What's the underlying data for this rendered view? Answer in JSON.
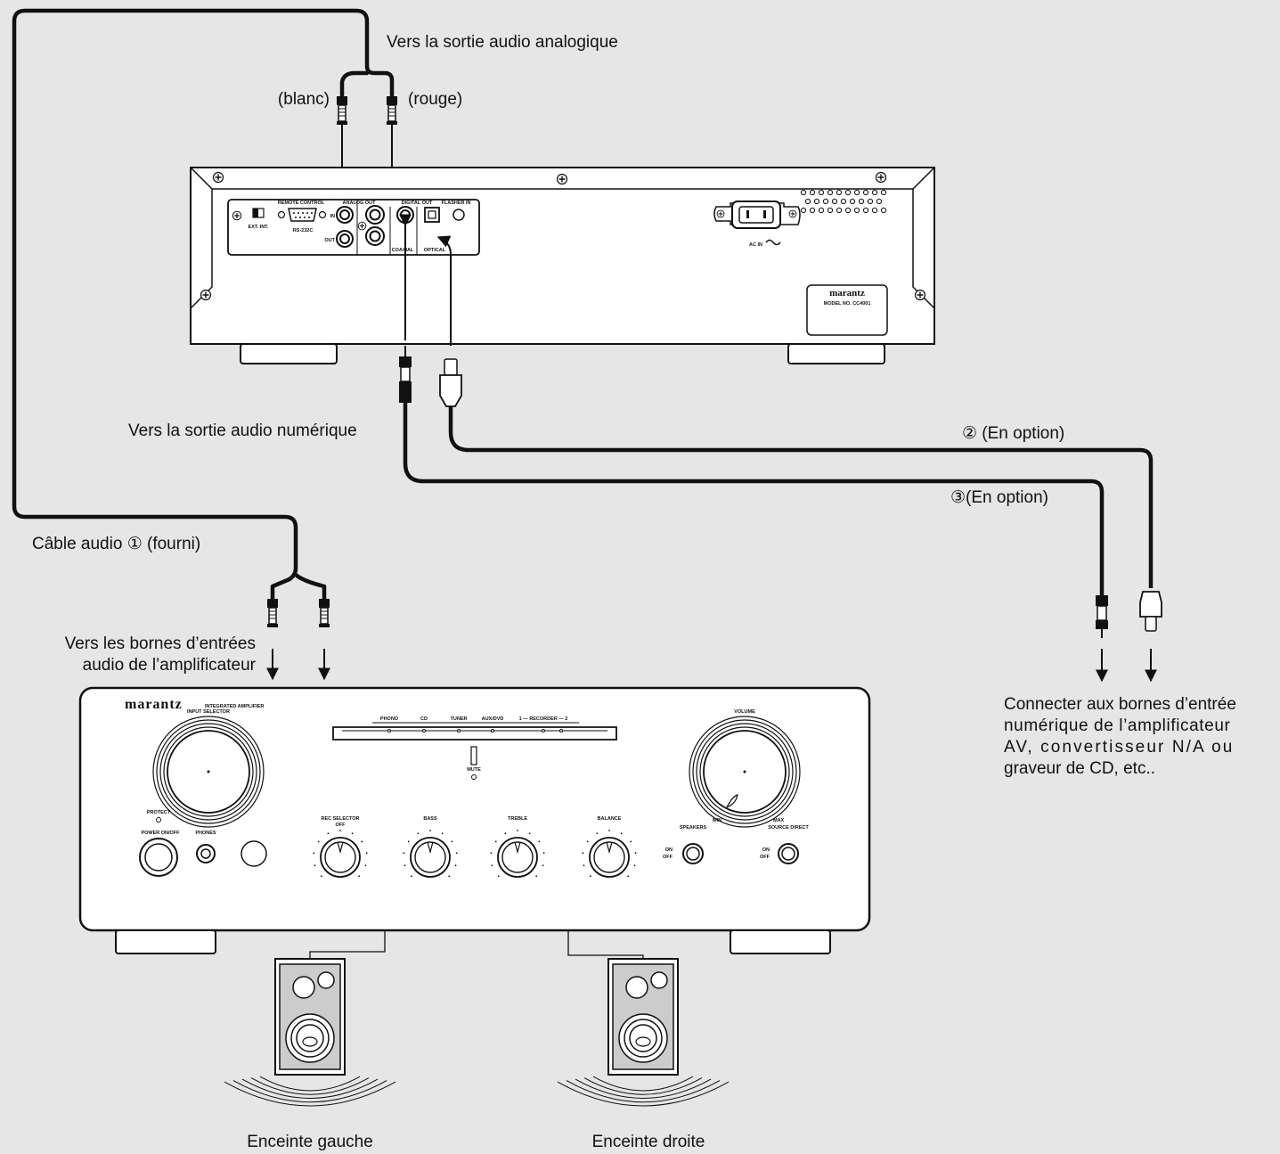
{
  "labels": {
    "analog_output": "Vers la sortie audio analogique",
    "white": "(blanc)",
    "red": "(rouge)",
    "digital_output": "Vers la sortie audio numérique",
    "optional_2": "② (En option)",
    "optional_3": "③(En option)",
    "audio_cable": "Câble audio ① (fourni)",
    "amp_inputs_line1": "Vers les bornes d’entrées",
    "amp_inputs_line2": "audio de l’amplificateur",
    "digital_inputs_line1": "Connecter aux bornes d’entrée",
    "digital_inputs_line2": "numérique de l’amplificateur",
    "digital_inputs_line3": "AV, convertisseur N/A ou",
    "digital_inputs_line4": "graveur de CD, etc..",
    "left_speaker": "Enceinte gauche",
    "right_speaker": "Enceinte droite"
  },
  "cd_player": {
    "section_remote": "REMOTE CONTROL",
    "section_analog": "ANALOG OUT",
    "section_digital": "DIGITAL OUT",
    "section_flasher": "FLASHER IN",
    "switch_label": "EXT. INT.",
    "rs232": "RS-232C",
    "jack_in": "IN",
    "jack_out": "OUT",
    "coaxial": "COAXIAL",
    "optical": "OPTICAL",
    "ac_in": "AC IN",
    "brand": "marantz",
    "model": "MODEL NO. CC4001"
  },
  "amplifier": {
    "brand": "marantz",
    "model": "INTEGRATED AMPLIFIER",
    "input_selector": "INPUT SELECTOR",
    "volume": "VOLUME",
    "inputs": [
      "PHONO",
      "CD",
      "TUNER",
      "AUX/DVD",
      "1 ― RECORDER ― 2"
    ],
    "mute": "MUTE",
    "protect": "PROTECT",
    "power": "POWER ON/OFF",
    "phones": "PHONES",
    "rec_selector": "REC SELECTOR",
    "rec_off": "OFF",
    "bass": "BASS",
    "treble": "TREBLE",
    "balance": "BALANCE",
    "speakers": "SPEAKERS",
    "source_direct": "SOURCE DIRECT",
    "min": "MIN",
    "max": "MAX",
    "on": "ON",
    "off": "OFF"
  },
  "colors": {
    "background": "#e6e6e6",
    "cable": "#111111",
    "panel": "#ffffff"
  }
}
